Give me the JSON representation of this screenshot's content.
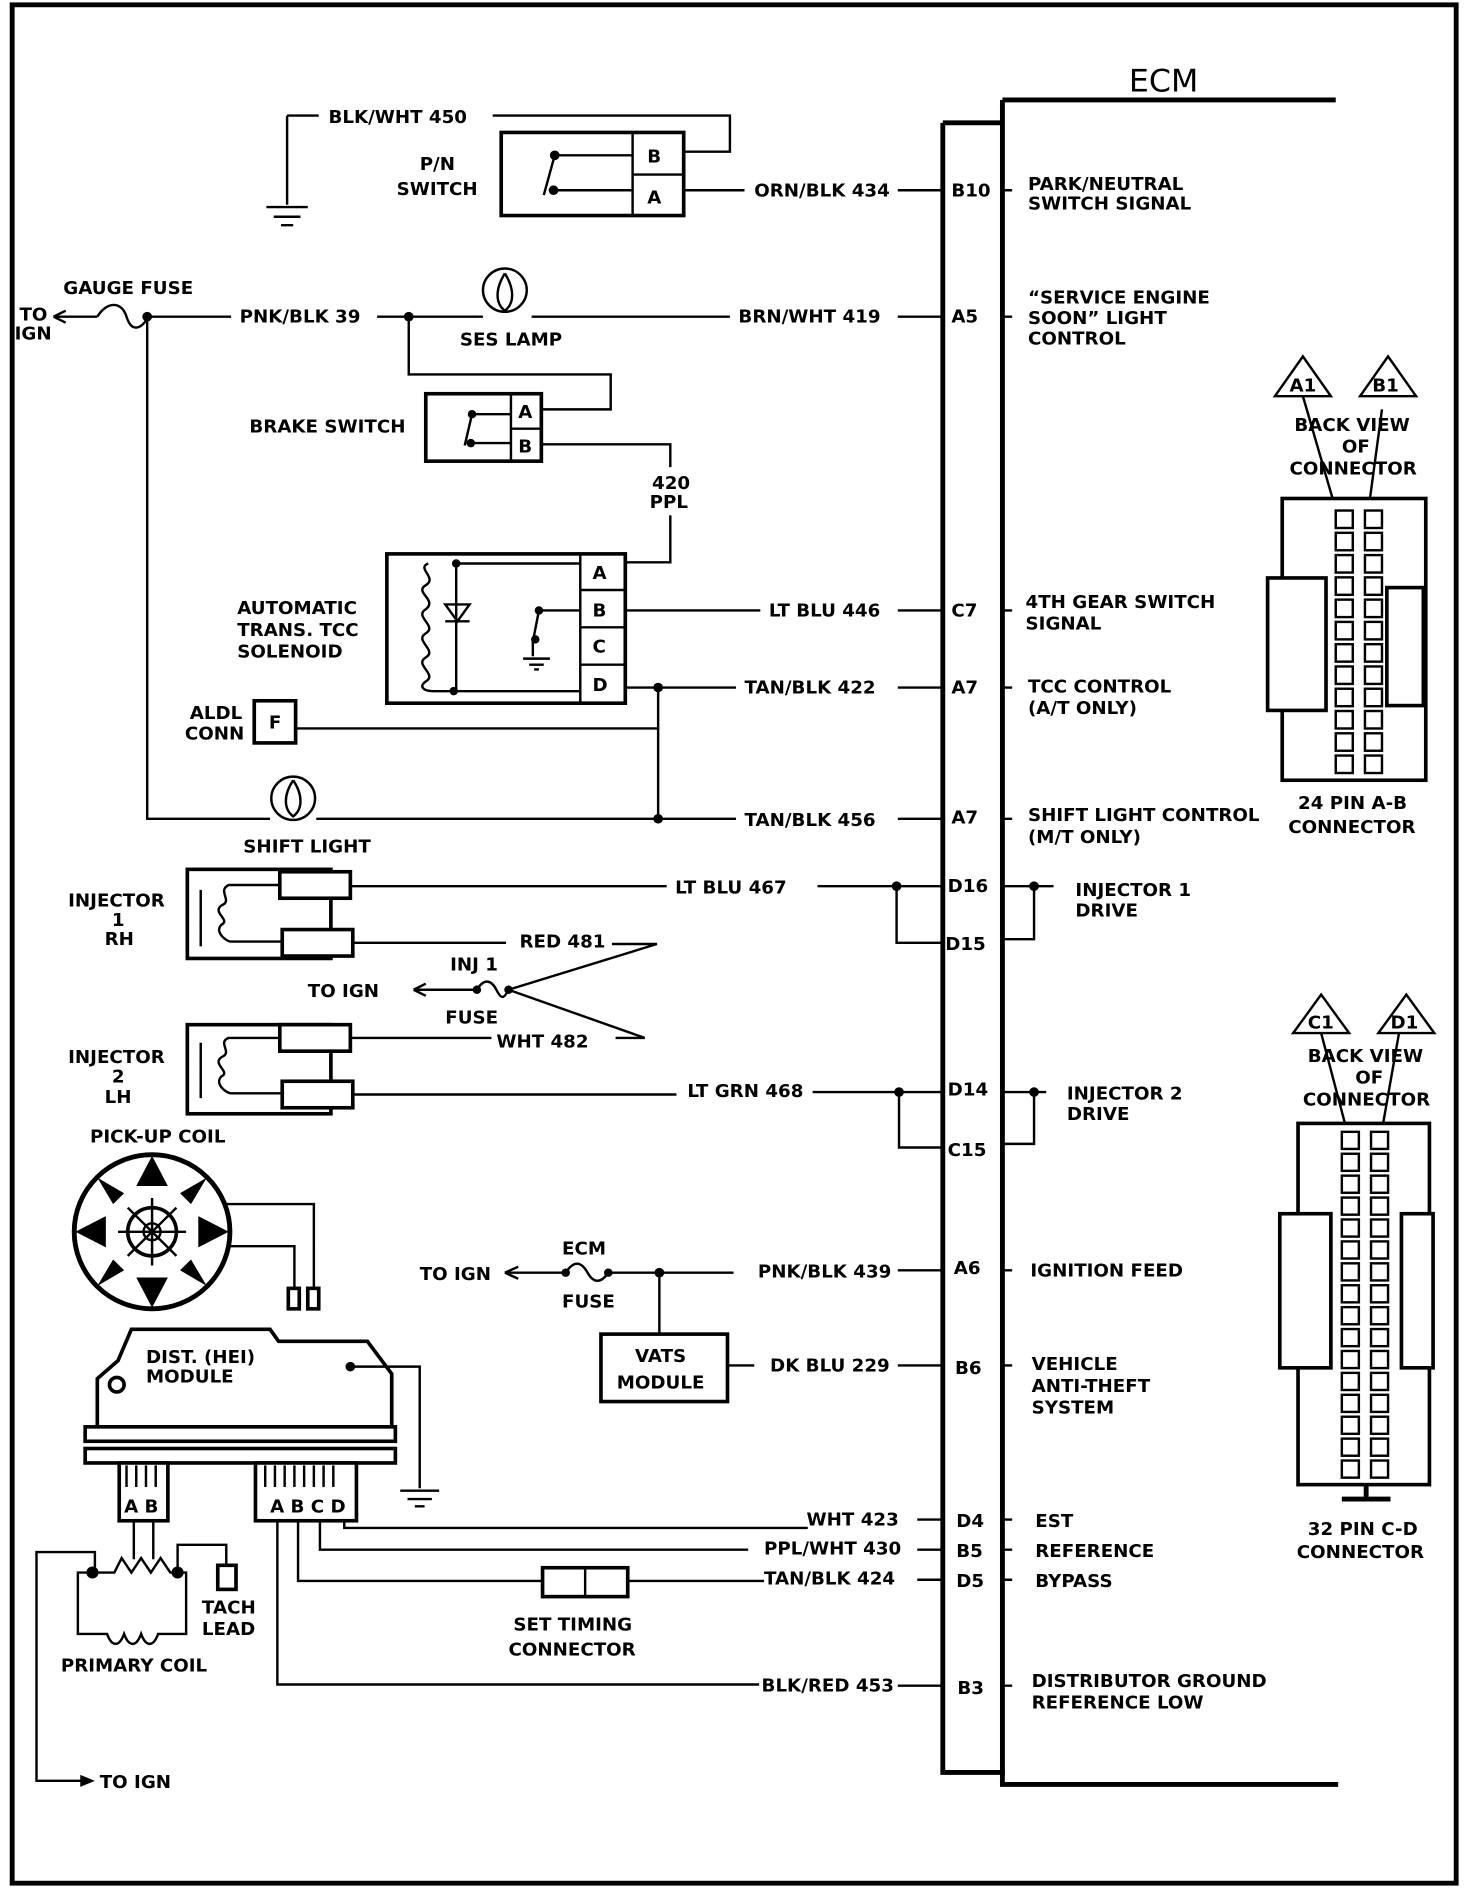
{
  "diagram": {
    "title": "ECM",
    "colors": {
      "ink": "#000000",
      "paper": "#ffffff"
    },
    "ecm_pins": [
      {
        "pin": "B10",
        "wire": "ORN/BLK 434",
        "function": [
          "PARK/NEUTRAL",
          "SWITCH SIGNAL"
        ]
      },
      {
        "pin": "A5",
        "wire": "BRN/WHT 419",
        "function": [
          "“SERVICE ENGINE",
          "SOON” LIGHT",
          "CONTROL"
        ]
      },
      {
        "pin": "C7",
        "wire": "LT BLU 446",
        "function": [
          "4TH GEAR SWITCH",
          "SIGNAL"
        ]
      },
      {
        "pin": "A7",
        "wire": "TAN/BLK 422",
        "function": [
          "TCC CONTROL",
          "(A/T ONLY)"
        ]
      },
      {
        "pin": "A7",
        "wire": "TAN/BLK 456",
        "function": [
          "SHIFT LIGHT CONTROL",
          "(M/T ONLY)"
        ]
      },
      {
        "pin": "D16",
        "wire": "LT BLU 467",
        "function": [
          "INJECTOR 1",
          "DRIVE"
        ]
      },
      {
        "pin": "D15",
        "wire": "",
        "function": []
      },
      {
        "pin": "D14",
        "wire": "LT GRN 468",
        "function": [
          "INJECTOR 2",
          "DRIVE"
        ]
      },
      {
        "pin": "C15",
        "wire": "",
        "function": []
      },
      {
        "pin": "A6",
        "wire": "PNK/BLK 439",
        "function": [
          "IGNITION FEED"
        ]
      },
      {
        "pin": "B6",
        "wire": "DK BLU 229",
        "function": [
          "VEHICLE",
          "ANTI-THEFT",
          "SYSTEM"
        ]
      },
      {
        "pin": "D4",
        "wire": "WHT 423",
        "function": [
          "EST"
        ]
      },
      {
        "pin": "B5",
        "wire": "PPL/WHT 430",
        "function": [
          "REFERENCE"
        ]
      },
      {
        "pin": "D5",
        "wire": "TAN/BLK 424",
        "function": [
          "BYPASS"
        ]
      },
      {
        "pin": "B3",
        "wire": "BLK/RED 453",
        "function": [
          "DISTRIBUTOR GROUND",
          "REFERENCE LOW"
        ]
      }
    ],
    "components": {
      "pn_switch": {
        "label": [
          "P/N",
          "SWITCH"
        ],
        "terminals": [
          "B",
          "A"
        ],
        "ground_wire": "BLK/WHT 450"
      },
      "gauge_fuse": {
        "label": "GAUGE FUSE",
        "to_ign": [
          "TO",
          "IGN"
        ],
        "wire": "PNK/BLK 39"
      },
      "ses_lamp": {
        "label": "SES LAMP"
      },
      "brake_switch": {
        "label": "BRAKE SWITCH",
        "terminals": [
          "A",
          "B"
        ],
        "wire": [
          "420",
          "PPL"
        ]
      },
      "tcc_solenoid": {
        "label": [
          "AUTOMATIC",
          "TRANS. TCC",
          "SOLENOID"
        ],
        "terminals": [
          "A",
          "B",
          "C",
          "D"
        ]
      },
      "aldl": {
        "label": [
          "ALDL",
          "CONN"
        ],
        "terminal": "F"
      },
      "shift_light": {
        "label": "SHIFT LIGHT"
      },
      "injector1": {
        "label": [
          "INJECTOR",
          "1",
          "RH"
        ],
        "wire": "RED 481"
      },
      "inj1_fuse": {
        "top": "INJ 1",
        "bottom": "FUSE",
        "to_ign": "TO IGN"
      },
      "injector2": {
        "label": [
          "INJECTOR",
          "2",
          "LH"
        ],
        "wire": "WHT 482"
      },
      "pickup_coil": {
        "label": "PICK-UP COIL"
      },
      "ecm_fuse": {
        "top": "ECM",
        "bottom": "FUSE",
        "to_ign": "TO IGN"
      },
      "vats": {
        "label": [
          "VATS",
          "MODULE"
        ]
      },
      "hei_module": {
        "label": [
          "DIST. (HEI)",
          "MODULE"
        ],
        "conn_ab": "A B",
        "conn_abcd": "A B C D"
      },
      "primary_coil": {
        "label": "PRIMARY COIL",
        "to_ign": "TO IGN"
      },
      "tach_lead": {
        "label": [
          "TACH",
          "LEAD"
        ]
      },
      "set_timing": {
        "label": [
          "SET TIMING",
          "CONNECTOR"
        ]
      }
    },
    "connectors": [
      {
        "tags": [
          "A1",
          "B1"
        ],
        "view": [
          "BACK VIEW",
          "OF",
          "CONNECTOR"
        ],
        "name": [
          "24 PIN A-B",
          "CONNECTOR"
        ]
      },
      {
        "tags": [
          "C1",
          "D1"
        ],
        "view": [
          "BACK VIEW",
          "OF",
          "CONNECTOR"
        ],
        "name": [
          "32 PIN C-D",
          "CONNECTOR"
        ]
      }
    ]
  }
}
